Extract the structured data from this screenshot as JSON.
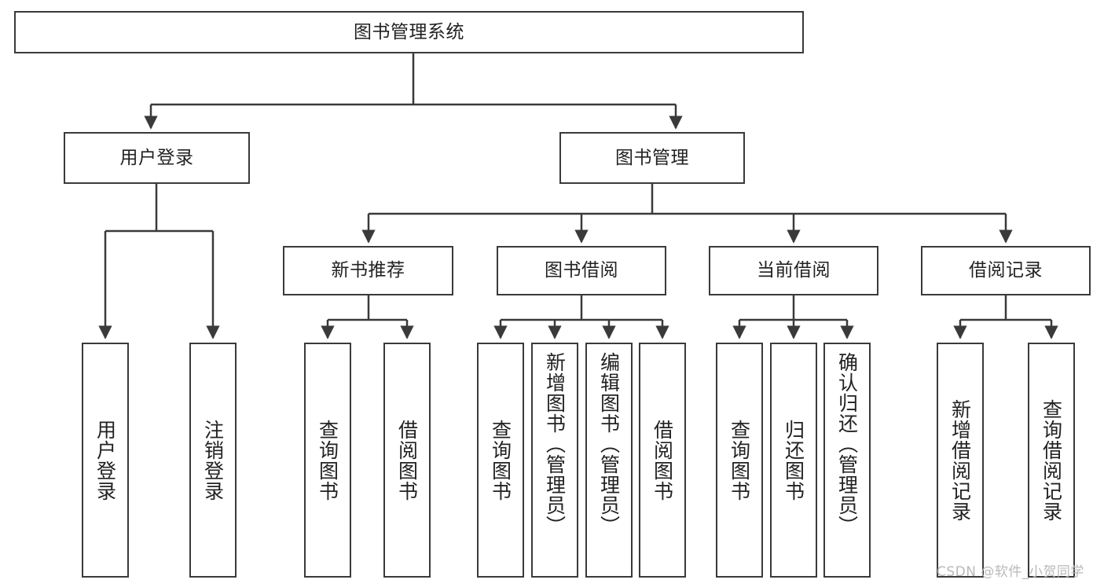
{
  "diagram": {
    "title": "图书管理系统",
    "watermark": "CSDN @软件_小贺同学",
    "style": {
      "border_color": "#3a3a3a",
      "text_color": "#222222",
      "background": "#ffffff",
      "watermark_color": "#b9b9b9"
    },
    "levels": {
      "root": {
        "label": "图书管理系统"
      },
      "level2": [
        {
          "id": "user-login",
          "label": "用户登录"
        },
        {
          "id": "book-manage",
          "label": "图书管理"
        }
      ],
      "level3": [
        {
          "id": "new-book-recommend",
          "label": "新书推荐",
          "parent": "book-manage"
        },
        {
          "id": "book-borrow",
          "label": "图书借阅",
          "parent": "book-manage"
        },
        {
          "id": "current-borrow",
          "label": "当前借阅",
          "parent": "book-manage"
        },
        {
          "id": "borrow-record",
          "label": "借阅记录",
          "parent": "book-manage"
        }
      ],
      "leaves": [
        {
          "id": "leaf-user-login",
          "label": "用户登录",
          "parent": "user-login"
        },
        {
          "id": "leaf-logout-login",
          "label": "注销登录",
          "parent": "user-login"
        },
        {
          "id": "leaf-query-book-1",
          "label": "查询图书",
          "parent": "new-book-recommend"
        },
        {
          "id": "leaf-borrow-book-1",
          "label": "借阅图书",
          "parent": "new-book-recommend"
        },
        {
          "id": "leaf-query-book-2",
          "label": "查询图书",
          "parent": "book-borrow"
        },
        {
          "id": "leaf-add-book",
          "label": "新增图书（管理员）",
          "parent": "book-borrow"
        },
        {
          "id": "leaf-edit-book",
          "label": "编辑图书（管理员）",
          "parent": "book-borrow"
        },
        {
          "id": "leaf-borrow-book-2",
          "label": "借阅图书",
          "parent": "book-borrow"
        },
        {
          "id": "leaf-query-book-3",
          "label": "查询图书",
          "parent": "current-borrow"
        },
        {
          "id": "leaf-return-book",
          "label": "归还图书",
          "parent": "current-borrow"
        },
        {
          "id": "leaf-confirm-return",
          "label": "确认归还（管理员）",
          "parent": "current-borrow"
        },
        {
          "id": "leaf-add-record",
          "label": "新增借阅记录",
          "parent": "borrow-record"
        },
        {
          "id": "leaf-query-record",
          "label": "查询借阅记录",
          "parent": "borrow-record"
        }
      ]
    }
  }
}
